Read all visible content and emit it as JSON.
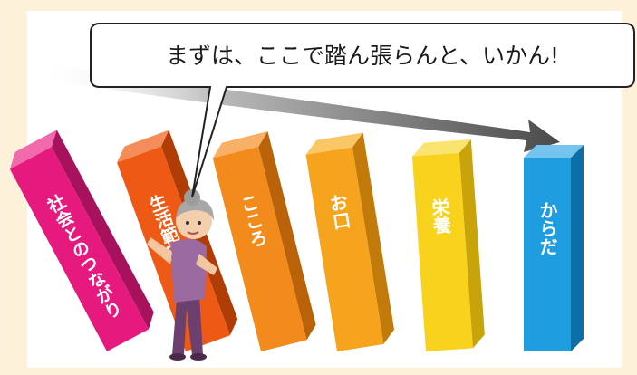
{
  "speech_bubble": {
    "text": "まずは、ここで踏ん張らんと、いかん!"
  },
  "dominoes": [
    {
      "label": "社会とのつながり",
      "color": "#e6197f",
      "side": "#a8125c",
      "top": "#f06aac"
    },
    {
      "label": "生活範囲",
      "color": "#ee5a16",
      "side": "#b03c06",
      "top": "#f58d5a"
    },
    {
      "label": "こころ",
      "color": "#f28a1c",
      "side": "#b9620a",
      "top": "#f7b066"
    },
    {
      "label": "お口",
      "color": "#f6a41d",
      "side": "#c27b0a",
      "top": "#f9c766"
    },
    {
      "label": "栄養",
      "color": "#f8d21c",
      "side": "#c8a30a",
      "top": "#fbe36f"
    },
    {
      "label": "からだ",
      "color": "#1e9de0",
      "side": "#0c6ea6",
      "top": "#74c4ef"
    }
  ],
  "colors": {
    "background": "#fdf1da",
    "panel": "#ffffff",
    "arrow": "#6b6b6b"
  },
  "icons": {
    "arrow": "curved-arrow-icon",
    "person": "elderly-woman-icon"
  }
}
